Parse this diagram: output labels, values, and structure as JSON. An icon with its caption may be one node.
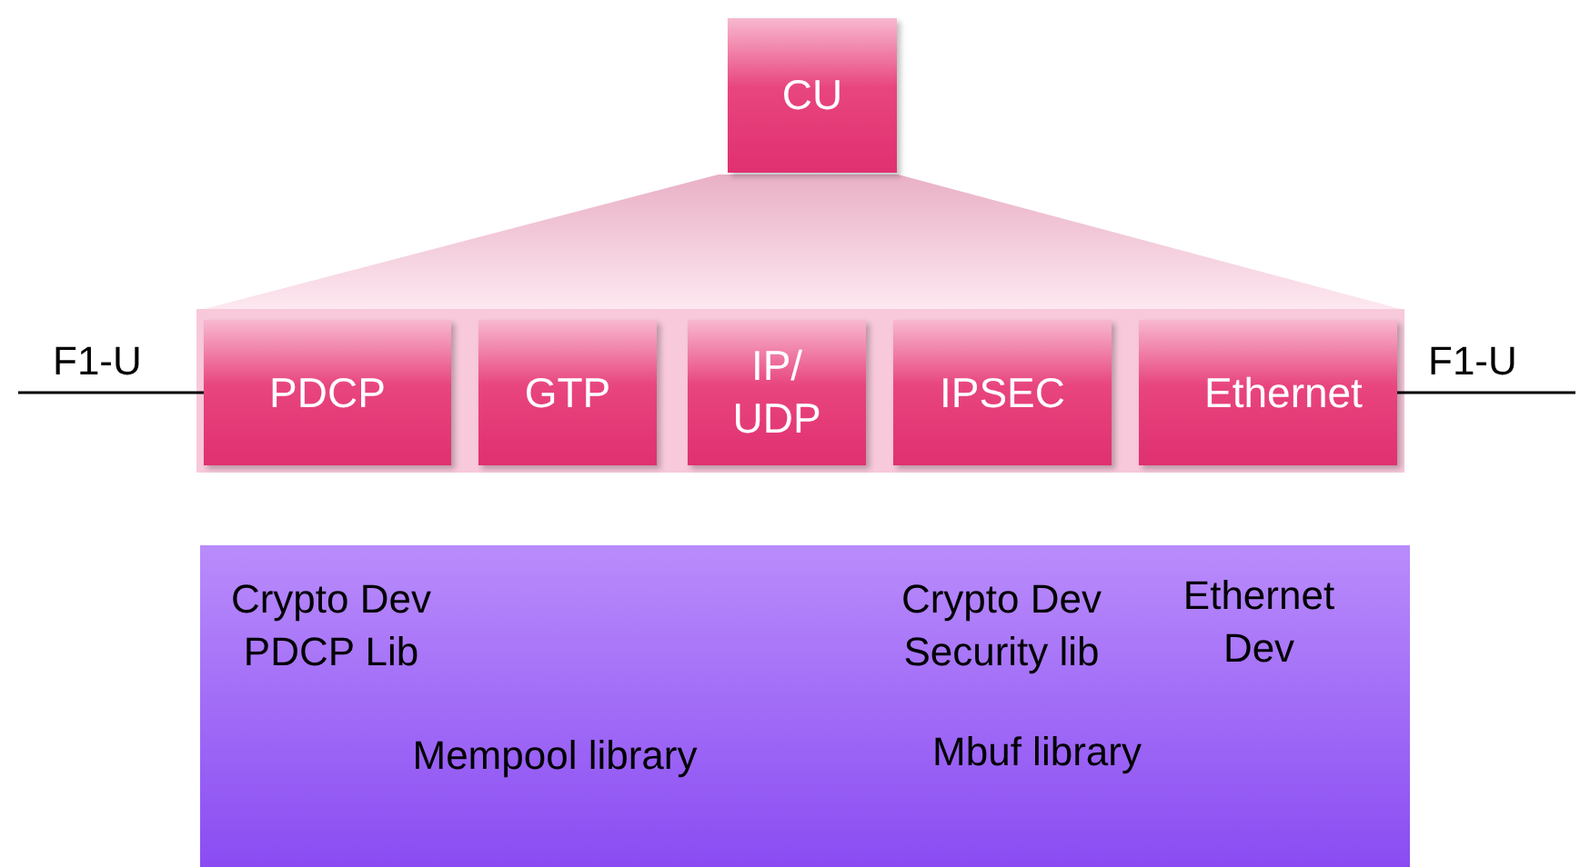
{
  "diagram": {
    "nodes": [
      {
        "text": [
          "CU"
        ]
      },
      {
        "text": [],
        "shape": "trapezoid"
      },
      {
        "text": [
          "PDCP"
        ]
      },
      {
        "text": [
          "GTP"
        ]
      },
      {
        "text": [
          "IP/ UDP"
        ]
      },
      {
        "text": [
          "IPSEC"
        ]
      },
      {
        "text": [
          "Ethernet"
        ]
      },
      {
        "text": [
          "Crypto Dev PDCP Lib",
          "Crypto Dev Security lib",
          "Ethernet Dev",
          "Mempool library",
          "Mbuf library"
        ]
      }
    ],
    "edges": [
      {
        "from": null,
        "to": 2,
        "arrow": "none",
        "label": "F1-U"
      },
      {
        "from": 6,
        "to": null,
        "arrow": "none",
        "label": "F1-U"
      }
    ]
  }
}
